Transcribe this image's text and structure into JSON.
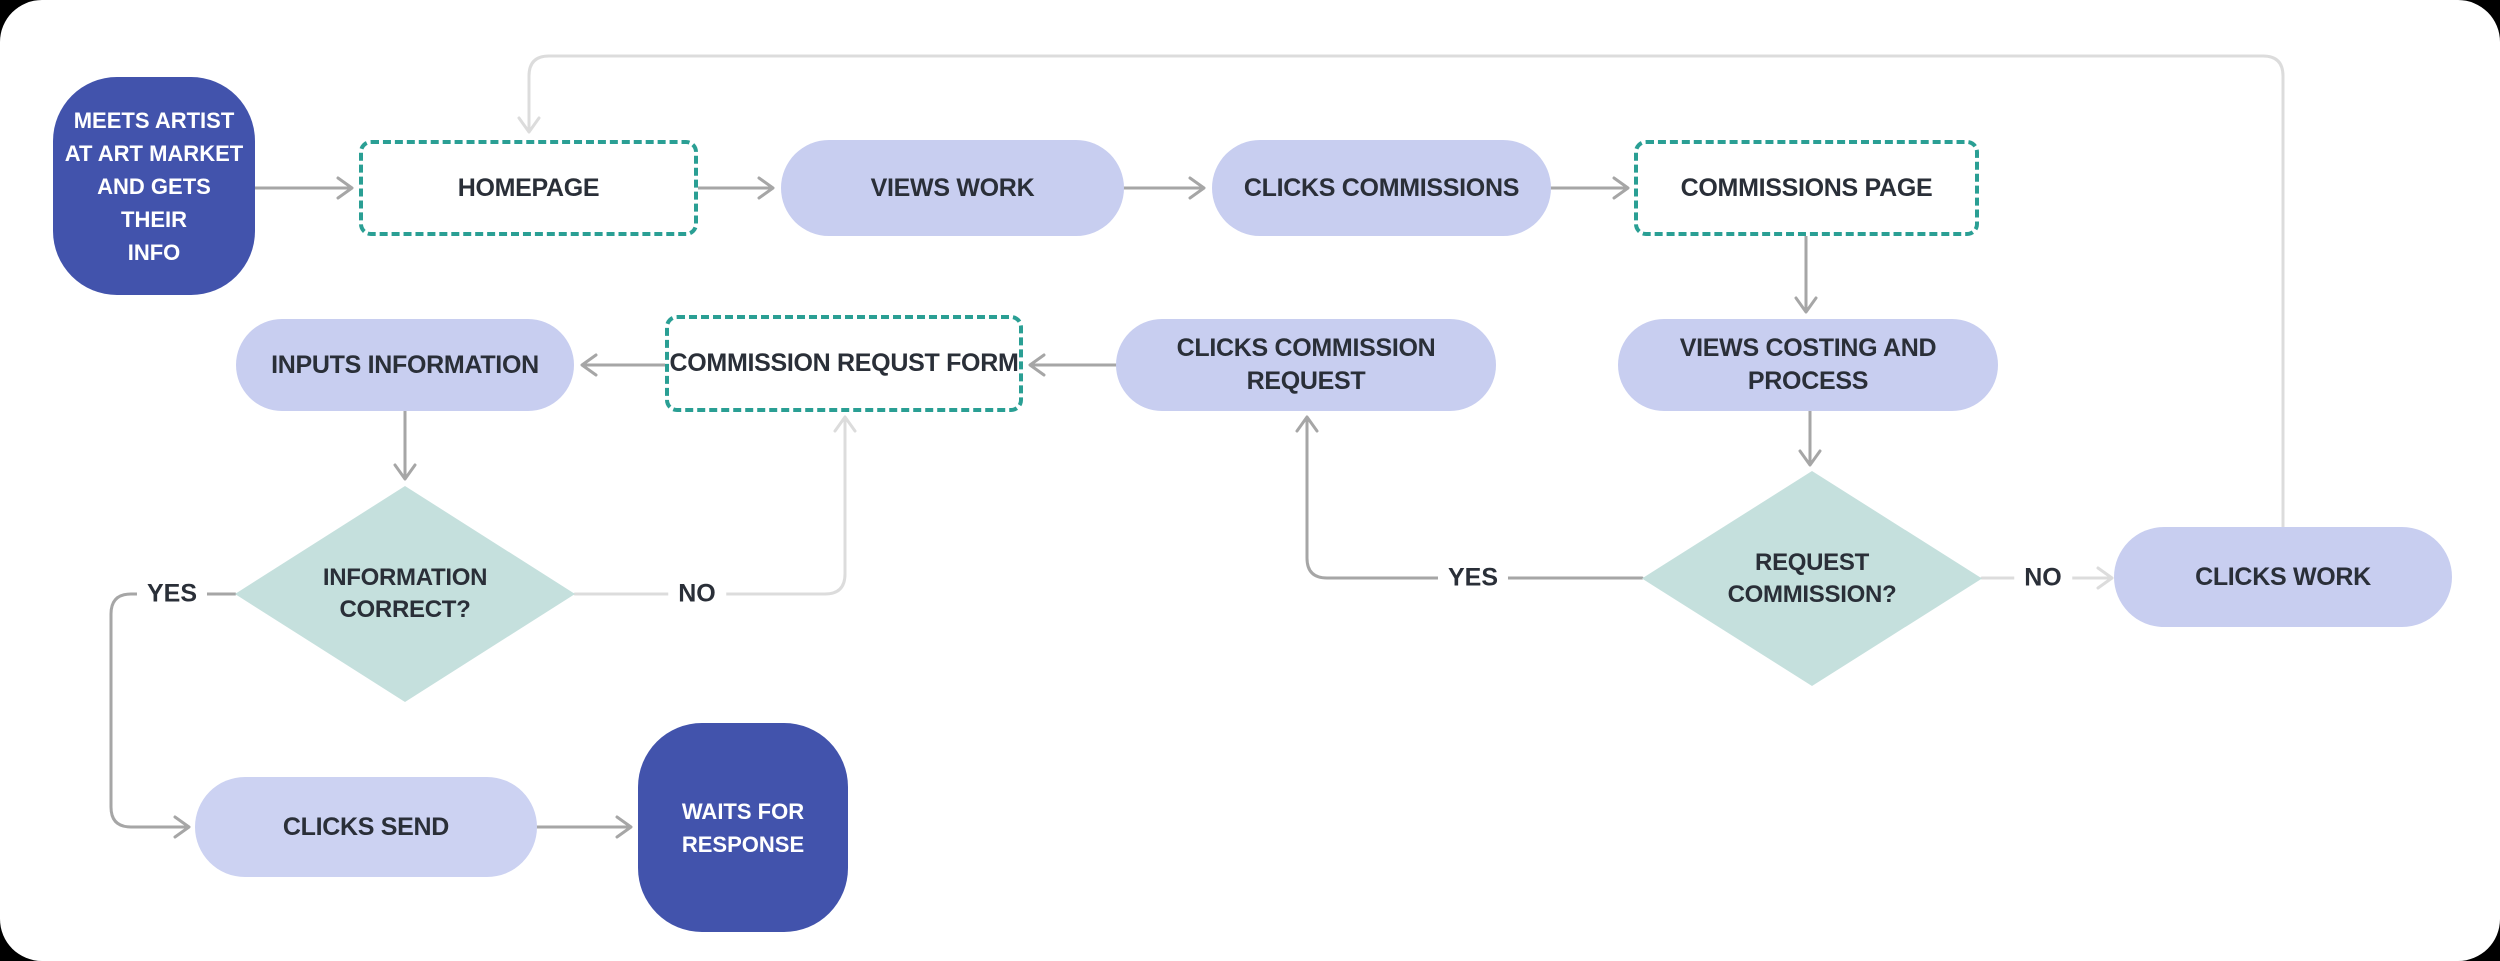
{
  "diagram": {
    "type": "flowchart",
    "nodes": {
      "meets_artist": {
        "label": "MEETS ARTIST\nAT ART MARKET\nAND GETS THEIR\nINFO",
        "shape": "rounded-blob",
        "fill": "#4253ac"
      },
      "homepage": {
        "label": "HOMEPAGE",
        "shape": "dashed-rect",
        "stroke": "#2a9f94"
      },
      "views_work": {
        "label": "VIEWS WORK",
        "shape": "pill",
        "fill": "#c8cef0"
      },
      "clicks_commissions": {
        "label": "CLICKS COMMISSIONS",
        "shape": "pill",
        "fill": "#c8cef0"
      },
      "commissions_page": {
        "label": "COMMISSIONS PAGE",
        "shape": "dashed-rect",
        "stroke": "#2a9f94"
      },
      "views_costing": {
        "label": "VIEWS COSTING AND PROCESS",
        "shape": "pill",
        "fill": "#c8cef0"
      },
      "request_commission": {
        "label": "REQUEST\nCOMMISSION?",
        "shape": "diamond",
        "fill": "#c5e0dd"
      },
      "clicks_work": {
        "label": "CLICKS WORK",
        "shape": "pill",
        "fill": "#c8cef0"
      },
      "clicks_commission_request": {
        "label": "CLICKS COMMISSION REQUEST",
        "shape": "pill",
        "fill": "#c8cef0"
      },
      "commission_request_form": {
        "label": "COMMISSION REQUST FORM",
        "shape": "dashed-rect",
        "stroke": "#2a9f94"
      },
      "inputs_information": {
        "label": "INPUTS INFORMATION",
        "shape": "pill",
        "fill": "#c8cef0"
      },
      "information_correct": {
        "label": "INFORMATION\nCORRECT?",
        "shape": "diamond",
        "fill": "#c5e0dd"
      },
      "clicks_send": {
        "label": "CLICKS SEND",
        "shape": "pill",
        "fill": "#ccd2f2"
      },
      "waits_for_response": {
        "label": "WAITS FOR\nRESPONSE",
        "shape": "rounded-blob",
        "fill": "#4253ac"
      }
    },
    "edges": [
      {
        "from": "meets_artist",
        "to": "homepage",
        "label": ""
      },
      {
        "from": "homepage",
        "to": "views_work",
        "label": ""
      },
      {
        "from": "views_work",
        "to": "clicks_commissions",
        "label": ""
      },
      {
        "from": "clicks_commissions",
        "to": "commissions_page",
        "label": ""
      },
      {
        "from": "commissions_page",
        "to": "views_costing",
        "label": ""
      },
      {
        "from": "views_costing",
        "to": "request_commission",
        "label": ""
      },
      {
        "from": "request_commission",
        "to": "clicks_work",
        "label": "NO"
      },
      {
        "from": "clicks_work",
        "to": "homepage",
        "label": ""
      },
      {
        "from": "request_commission",
        "to": "clicks_commission_request",
        "label": "YES"
      },
      {
        "from": "clicks_commission_request",
        "to": "commission_request_form",
        "label": ""
      },
      {
        "from": "commission_request_form",
        "to": "inputs_information",
        "label": ""
      },
      {
        "from": "inputs_information",
        "to": "information_correct",
        "label": ""
      },
      {
        "from": "information_correct",
        "to": "commission_request_form",
        "label": "NO"
      },
      {
        "from": "information_correct",
        "to": "clicks_send",
        "label": "YES"
      },
      {
        "from": "clicks_send",
        "to": "waits_for_response",
        "label": ""
      }
    ],
    "colors": {
      "page_background": "#000000",
      "canvas": "#ffffff",
      "indigo_node": "#4253ac",
      "lavender_node": "#c8cef0",
      "diamond_node": "#c5e0dd",
      "teal_dashed_border": "#2a9f94",
      "text": "#2a2f38",
      "arrow_medium": "#a6a6a6",
      "arrow_light": "#dcdcdc"
    }
  }
}
